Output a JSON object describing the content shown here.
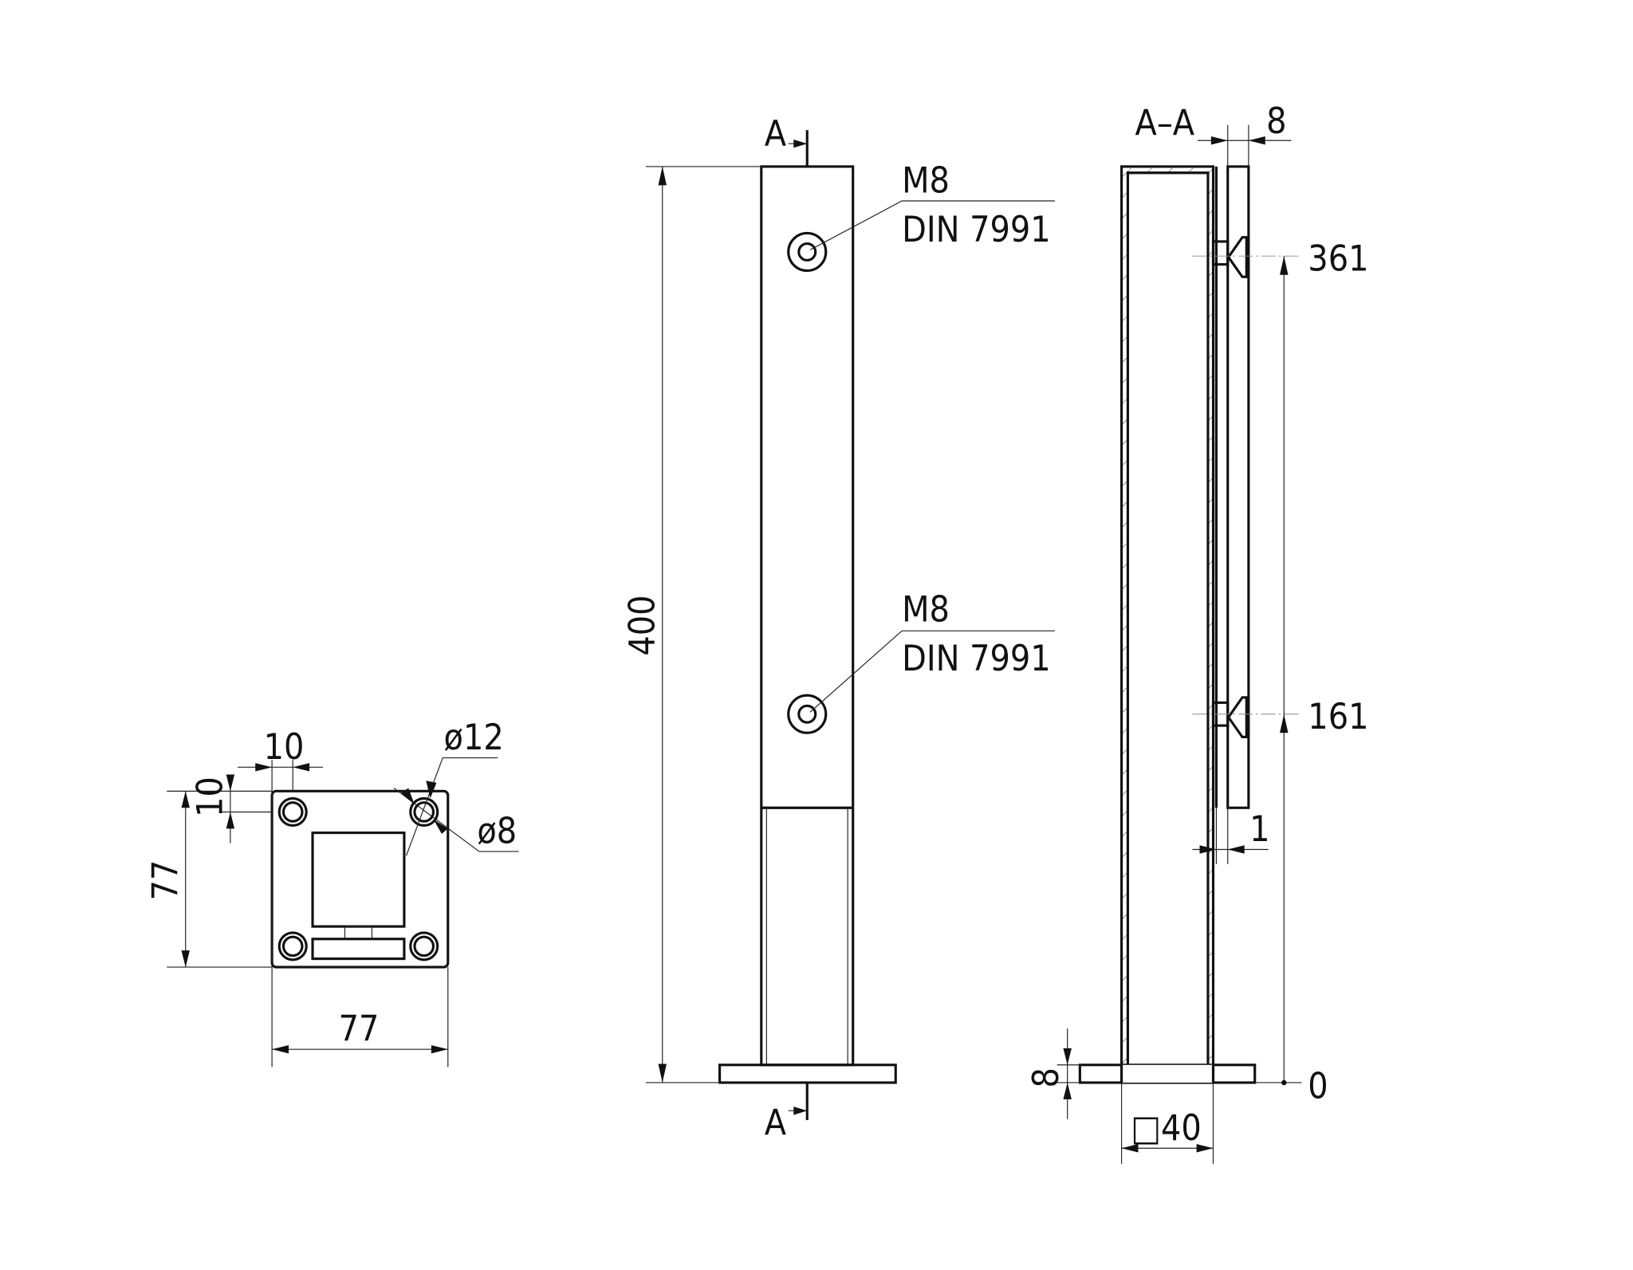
{
  "front_view": {
    "section_mark_top": "A",
    "section_mark_bottom": "A",
    "height_dim": "400",
    "callout_upper": {
      "thread": "M8",
      "standard": "DIN 7991"
    },
    "callout_lower": {
      "thread": "M8",
      "standard": "DIN 7991"
    }
  },
  "section_view": {
    "title": "A–A",
    "glass_thickness": "8",
    "level_upper": "361",
    "level_lower": "161",
    "level_zero": "0",
    "gap": "1",
    "plate_thickness": "8",
    "tube_size": "□40"
  },
  "plan_view": {
    "hole_offset_x": "10",
    "hole_offset_y": "10",
    "height": "77",
    "width": "77",
    "outer_diameter": "ø12",
    "inner_diameter": "ø8"
  }
}
